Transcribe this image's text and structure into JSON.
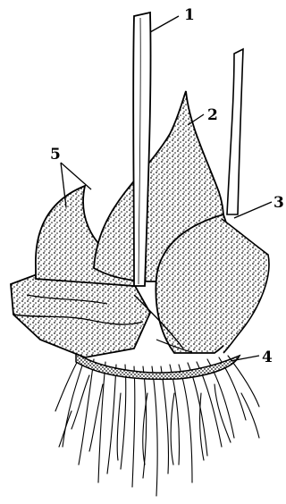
{
  "figure": {
    "labels": [
      {
        "id": "1",
        "text": "1"
      },
      {
        "id": "2",
        "text": "2"
      },
      {
        "id": "3",
        "text": "3"
      },
      {
        "id": "4",
        "text": "4"
      },
      {
        "id": "5",
        "text": "5"
      }
    ],
    "colors": {
      "ink": "#000000",
      "paper": "#ffffff",
      "stipple": "#111111"
    }
  }
}
